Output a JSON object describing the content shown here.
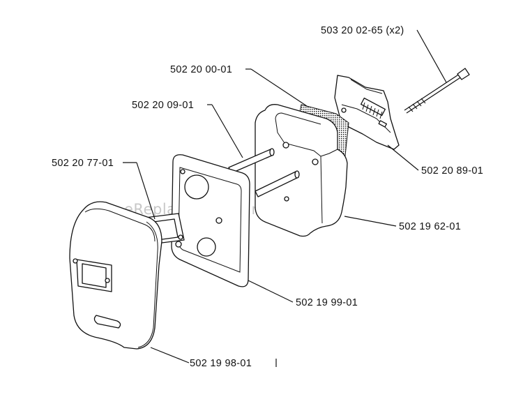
{
  "watermark": "eReplacementParts.com",
  "labels": {
    "bolt": "503 20 02-65 (x2)",
    "screen": "502 20 00-01",
    "heat_shield": "502 20 89-01",
    "studs": "502 20 09-01",
    "gasket": "502 20 77-01",
    "muffler_body": "502 19 62-01",
    "plate": "502 19 99-01",
    "muffler_cover": "502 19 98-01"
  }
}
